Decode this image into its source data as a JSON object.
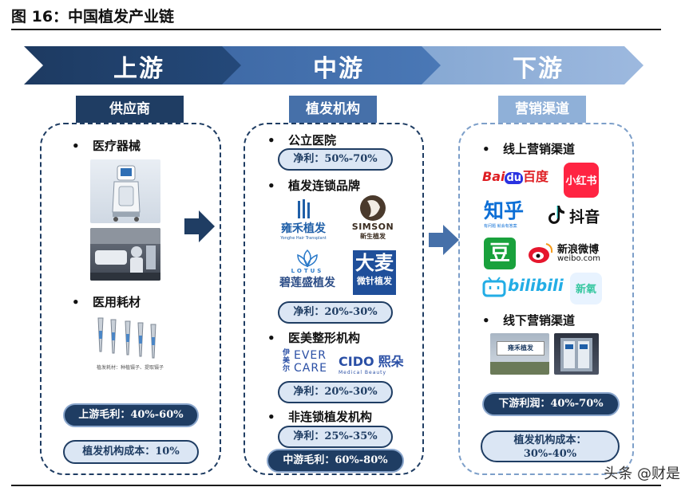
{
  "figure_title": "图 16：中国植发产业链",
  "stages": [
    {
      "label": "上游"
    },
    {
      "label": "中游"
    },
    {
      "label": "下游"
    }
  ],
  "columns": {
    "upstream": {
      "header": "供应商",
      "item1": "医疗器械",
      "item2": "医用耗材",
      "consumable_caption": "植发耗材：种植镊子、提取镊子",
      "pill1": "上游毛利：40%-60%",
      "pill2": "植发机构成本：10%"
    },
    "midstream": {
      "header": "植发机构",
      "item1": "公立医院",
      "pill1": "净利：50%-70%",
      "item2": "植发连锁品牌",
      "pill2": "净利：20%-30%",
      "item3": "医美整形机构",
      "pill3": "净利：20%-30%",
      "item4": "非连锁植发机构",
      "pill4": "净利：25%-35%",
      "pill5": "中游毛利：60%-80%"
    },
    "downstream": {
      "header": "营销渠道",
      "item1": "线上营销渠道",
      "item2": "线下营销渠道",
      "pill1": "下游利润：40%-70%",
      "pill2_line1": "植发机构成本：",
      "pill2_line2": "30%-40%"
    }
  },
  "logos": {
    "yonghe_cn": "雍禾植发",
    "yonghe_en": "Yonghe Hair Transplant",
    "simson_en": "SIMSON",
    "simson_cn": "新生植发",
    "lotus_en": "LOTUS",
    "lotus_cn": "碧莲盛植发",
    "damai_big": "大麦",
    "damai_small": "微针植发",
    "evercare_cn": "伊美尔",
    "evercare_en1": "EVER",
    "evercare_en2": "CARE",
    "cido_en": "CIDO",
    "cido_cn": "熙朵",
    "cido_sub": "Medical Beauty",
    "baidu_a": "Bai",
    "baidu_b": "du",
    "baidu_cn": "百度",
    "xhs": "小红书",
    "zhihu": "知乎",
    "zhihu_sub": "有问题 就会有答案",
    "douyin": "抖音",
    "douban": "豆",
    "weibo_cn": "新浪微博",
    "weibo_en": "weibo.com",
    "bilibili": "bilibili",
    "xinyang": "新氧",
    "billboard_text": "雍禾植发"
  },
  "watermark": "头条 @财是",
  "colors": {
    "navy": "#1f3d63",
    "mid_blue": "#4670a9",
    "light_blue": "#8fb0d8",
    "pill_light": "#dbe6f4",
    "baidu_red": "#de1e23",
    "baidu_blue": "#2932e1",
    "xhs_red": "#ff2442",
    "zhihu_blue": "#0d6fd6",
    "douban_green": "#19a13c",
    "bili_blue": "#23ade5",
    "xinyang_green": "#36c7a0"
  }
}
